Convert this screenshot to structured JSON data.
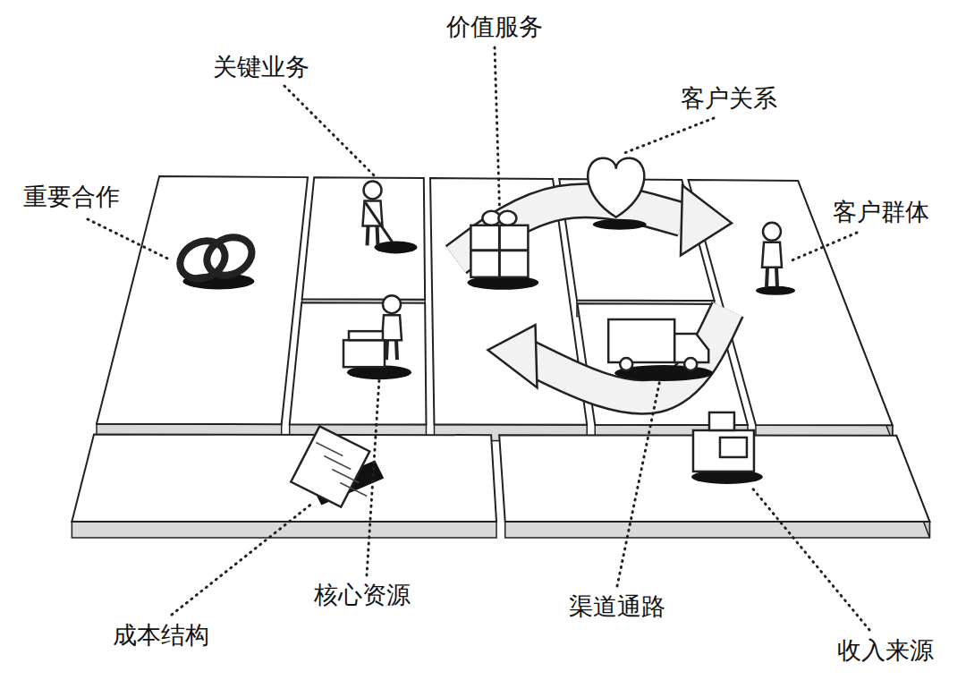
{
  "diagram": {
    "labels": [
      "价值服务",
      "关键业务",
      "客户关系",
      "重要合作",
      "客户群体",
      "核心资源",
      "渠道通路",
      "成本结构",
      "收入来源"
    ]
  }
}
